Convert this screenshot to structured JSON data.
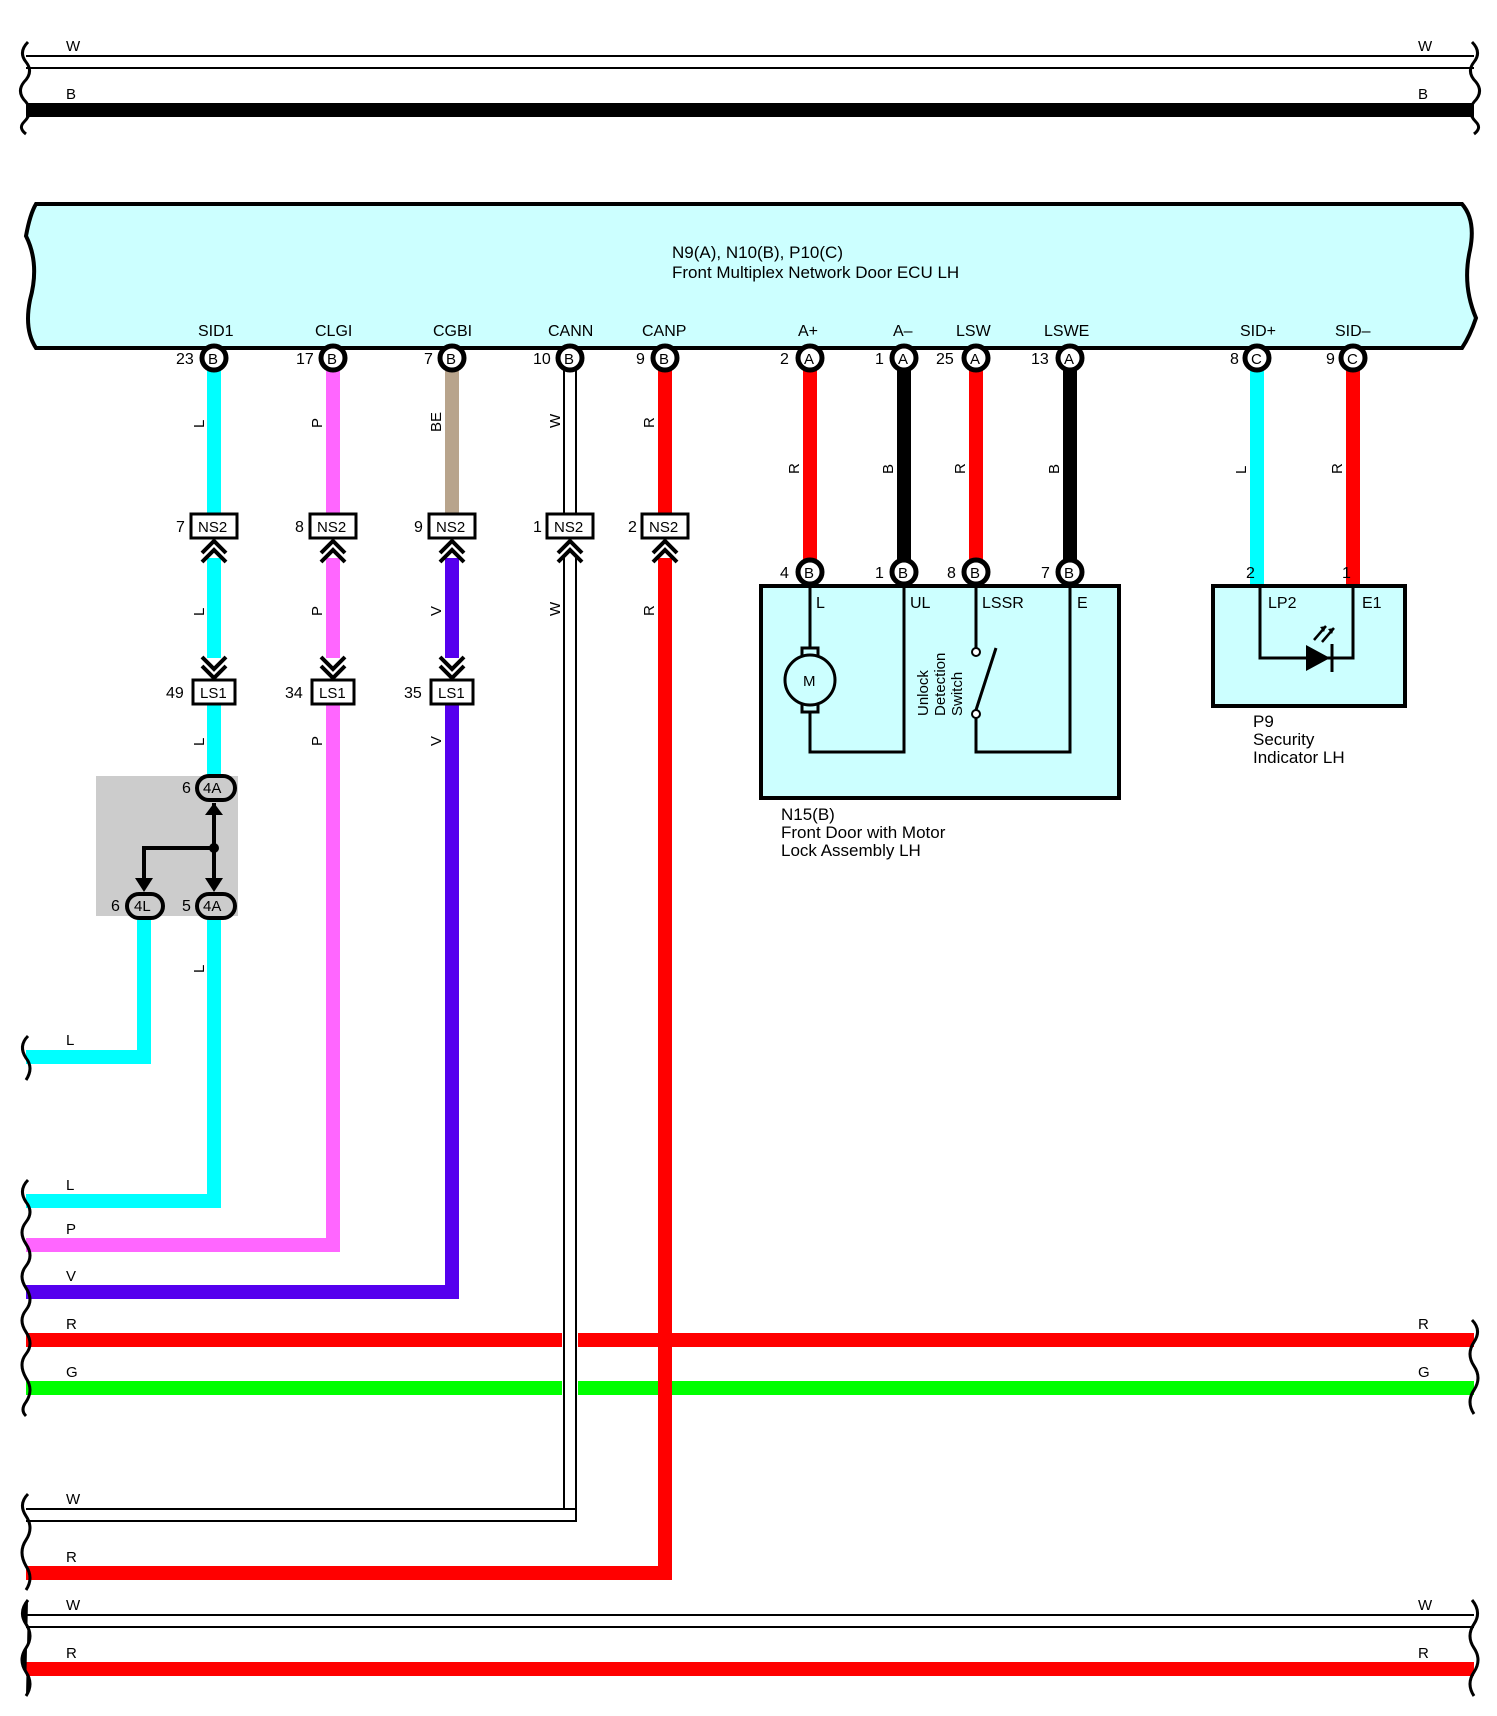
{
  "colors": {
    "L": "#00ffff",
    "P": "#ff66ff",
    "BE": "#b8a48c",
    "V": "#5500ee",
    "R": "#ff0000",
    "G": "#00ff00",
    "B": "#000000",
    "W": "#ffffff",
    "box": "#ccffff",
    "junction": "#cccccc"
  },
  "top_bus": [
    {
      "id": "w",
      "color": "W",
      "label_left": "W",
      "label_right": "W"
    },
    {
      "id": "b",
      "color": "B",
      "label_left": "B",
      "label_right": "B"
    }
  ],
  "ecu": {
    "connectors": "N9(A), N10(B), P10(C)",
    "name": "Front Multiplex Network Door ECU LH",
    "terminals": [
      {
        "id": "sid1",
        "name": "SID1",
        "pin": "23",
        "conn": "B"
      },
      {
        "id": "clgi",
        "name": "CLGI",
        "pin": "17",
        "conn": "B"
      },
      {
        "id": "cgbi",
        "name": "CGBI",
        "pin": "7",
        "conn": "B"
      },
      {
        "id": "cann",
        "name": "CANN",
        "pin": "10",
        "conn": "B"
      },
      {
        "id": "canp",
        "name": "CANP",
        "pin": "9",
        "conn": "B"
      },
      {
        "id": "aplus",
        "name": "A+",
        "pin": "2",
        "conn": "A"
      },
      {
        "id": "aminus",
        "name": "A–",
        "pin": "1",
        "conn": "A"
      },
      {
        "id": "lsw",
        "name": "LSW",
        "pin": "25",
        "conn": "A"
      },
      {
        "id": "lswe",
        "name": "LSWE",
        "pin": "13",
        "conn": "A"
      },
      {
        "id": "sidplus",
        "name": "SID+",
        "pin": "8",
        "conn": "C"
      },
      {
        "id": "sidminus",
        "name": "SID–",
        "pin": "9",
        "conn": "C"
      }
    ]
  },
  "wire_labels": {
    "sid1_a": "L",
    "sid1_b": "L",
    "sid1_c": "L",
    "sid1_d": "L",
    "clgi_a": "P",
    "clgi_b": "P",
    "clgi_c": "P",
    "cgbi_a": "BE",
    "cgbi_b": "V",
    "cgbi_c": "V",
    "cann_a": "W",
    "cann_b": "W",
    "canp_a": "R",
    "canp_b": "R",
    "aplus": "R",
    "aminus": "B",
    "lsw": "R",
    "lswe": "B",
    "sidplus": "L",
    "sidminus": "R"
  },
  "ns2": {
    "name": "NS2",
    "pins": {
      "sid1": "7",
      "clgi": "8",
      "cgbi": "9",
      "cann": "1",
      "canp": "2"
    }
  },
  "ls1": {
    "name": "LS1",
    "pins": {
      "sid1": "49",
      "clgi": "34",
      "cgbi": "35"
    }
  },
  "junction": {
    "top": {
      "pin": "6",
      "name": "4A"
    },
    "left": {
      "pin": "6",
      "name": "4L"
    },
    "right": {
      "pin": "5",
      "name": "4A"
    }
  },
  "door_lock": {
    "code": "N15(B)",
    "name_line1": "Front Door with Motor",
    "name_line2": "Lock Assembly LH",
    "motor": "M",
    "switch_line1": "Unlock",
    "switch_line2": "Detection",
    "switch_line3": "Switch",
    "terminals": [
      {
        "id": "l",
        "pin": "4",
        "conn": "B",
        "name": "L"
      },
      {
        "id": "ul",
        "pin": "1",
        "conn": "B",
        "name": "UL"
      },
      {
        "id": "lssr",
        "pin": "8",
        "conn": "B",
        "name": "LSSR"
      },
      {
        "id": "e",
        "pin": "7",
        "conn": "B",
        "name": "E"
      }
    ]
  },
  "indicator": {
    "code": "P9",
    "name_line1": "Security",
    "name_line2": "Indicator LH",
    "terminals": [
      {
        "id": "lp2",
        "pin": "2",
        "name": "LP2"
      },
      {
        "id": "e1",
        "pin": "1",
        "name": "E1"
      }
    ]
  },
  "left_wires": {
    "l_a": "L",
    "l_b": "L",
    "p": "P",
    "v": "V",
    "r": "R",
    "g": "G",
    "w": "W",
    "r2": "R"
  },
  "right_wires": {
    "r": "R",
    "g": "G"
  },
  "bottom_bus": [
    {
      "id": "w",
      "color": "W",
      "label_left": "W",
      "label_right": "W"
    },
    {
      "id": "r",
      "color": "R",
      "label_left": "R",
      "label_right": "R"
    }
  ]
}
